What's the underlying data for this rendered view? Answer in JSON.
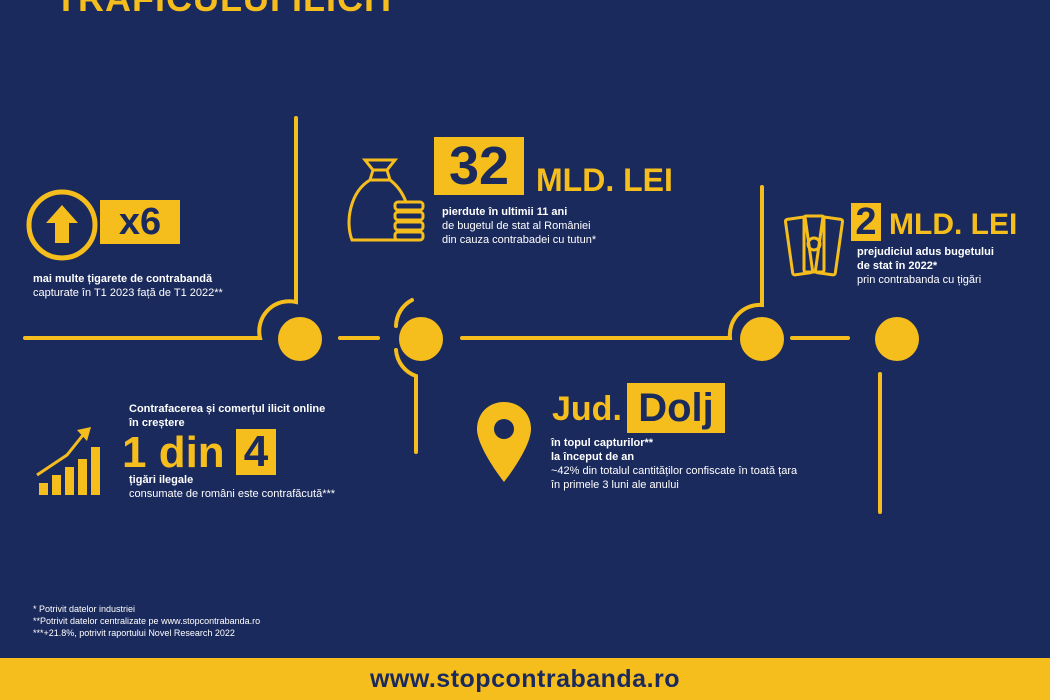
{
  "header": {
    "title": "TRAFICULUI ILICIT"
  },
  "stats": {
    "x6": {
      "value": "x6",
      "line1": "mai multe țigarete de contrabandă",
      "line2": "capturate în T1 2023 față de T1 2022**"
    },
    "mld32": {
      "number": "32",
      "unit": "MLD. LEI",
      "line1": "pierdute în ultimii 11 ani",
      "line2": "de bugetul de stat al României",
      "line3": "din cauza contrabadei cu tutun*"
    },
    "mld2": {
      "number": "2",
      "unit": "MLD. LEI",
      "line1": "prejudiciul adus bugetului",
      "line2": "de stat în 2022*",
      "line3": "prin contrabanda cu țigări"
    },
    "din4": {
      "heading1": "Contrafacerea și comerțul ilicit online",
      "heading2": "în creștere",
      "part1": "1 din",
      "number": "4",
      "line1": "țigări ilegale",
      "line2": "consumate de români este contrafăcută***"
    },
    "dolj": {
      "prefix": "Jud.",
      "name": "Dolj",
      "line1": "în topul capturilor**",
      "line2": "la început de an",
      "line3": "~42% din totalul cantităților confiscate în toată țara",
      "line4": "în primele 3 luni ale anului"
    }
  },
  "footnotes": {
    "n1": "* Potrivit datelor industriei",
    "n2": "**Potrivit datelor centralizate pe www.stopcontrabanda.ro",
    "n3": "***+21.8%, potrivit raportului Novel Research 2022"
  },
  "footer": {
    "url": "www.stopcontrabanda.ro"
  },
  "colors": {
    "background": "#1b2a5c",
    "accent": "#f6be1d"
  },
  "icons": [
    "arrow-up-circle-icon",
    "money-bag-icon",
    "banknotes-icon",
    "growth-chart-icon",
    "location-pin-icon"
  ]
}
